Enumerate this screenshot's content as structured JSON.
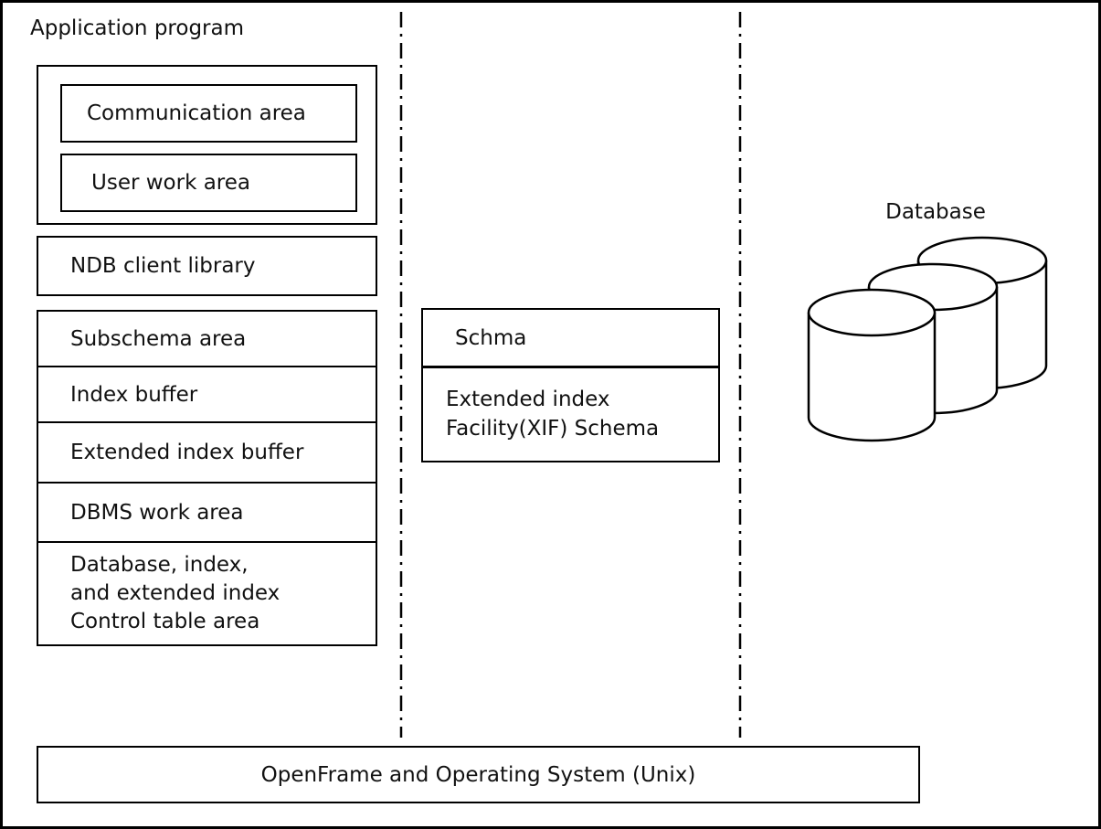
{
  "colors": {
    "line": "#000000",
    "text": "#111111",
    "background": "#ffffff"
  },
  "application_program": {
    "label": "Application program",
    "communication_area": "Communication area",
    "user_work_area": "User work area",
    "ndb_client_library": "NDB client library",
    "stack": [
      "Subschema area",
      "Index buffer",
      "Extended index buffer",
      "DBMS work area",
      "Database, index,\nand extended index\nControl table area"
    ]
  },
  "schema_box": {
    "title": "Schma",
    "body": "Extended index\nFacility(XIF) Schema"
  },
  "database": {
    "label": "Database",
    "icon": "database-cylinders-icon"
  },
  "platform_bar": {
    "label": "OpenFrame and Operating System (Unix)"
  }
}
